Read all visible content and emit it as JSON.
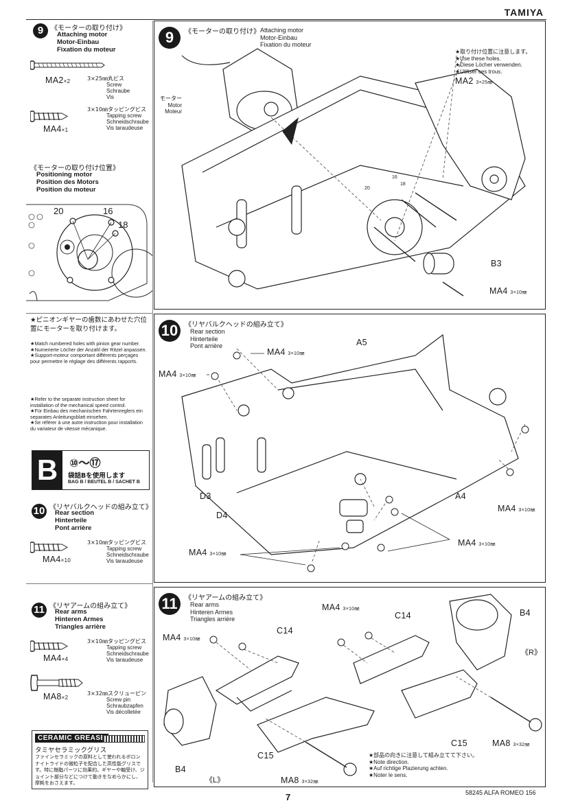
{
  "header": {
    "brand": "TAMIYA"
  },
  "left": {
    "step9": {
      "num": "9",
      "title_jp": "《モーターの取り付け》",
      "title_en": [
        "Attaching motor",
        "Motor-Einbau",
        "Fixation du moteur"
      ],
      "parts": [
        {
          "code": "MA2",
          "qty": "×2",
          "spec": "3×25㎜丸ビス",
          "names": [
            "Screw",
            "Schraube",
            "Vis"
          ]
        },
        {
          "code": "MA4",
          "qty": "×1",
          "spec": "3×10㎜タッピングビス",
          "names": [
            "Tapping screw",
            "Schneidschraube",
            "Vis taraudeuse"
          ]
        }
      ]
    },
    "motor_pos": {
      "title_jp": "《モーターの取り付け位置》",
      "title_en": [
        "Positioning motor",
        "Position des Motors",
        "Position du moteur"
      ],
      "hole_labels": [
        "20",
        "16",
        "18"
      ]
    },
    "notes": {
      "jp": "★ピニオンギヤーの歯数にあわせた穴位置にモーターを取り付けます。",
      "ml": [
        "★Match numbered holes with pinion gear number.",
        "★Numerierte Löcher der Anzahl der Ritzel anpassen.",
        "★Support-moteur comportant différents perçages pour permettre le réglage des différents rapports."
      ],
      "esc": [
        "★Refer to the separate instruction sheet for installation of the mechanical speed control.",
        "★Für Einbau des mechanischen Fahrtenreglers ein separates Anleitungsblatt einsehen.",
        "★Se référer à une autre instruction pour installation du variateur de vitesse mécanique."
      ]
    },
    "bag": {
      "letter": "B",
      "range": "⑩～⑰",
      "jp": "袋詰Bを使用します",
      "en": "BAG B / BEUTEL B / SACHET B"
    },
    "step10": {
      "num": "10",
      "title_jp": "《リヤバルクヘッドの組み立て》",
      "title_en": [
        "Rear section",
        "Hinterteile",
        "Pont arrière"
      ],
      "part": {
        "code": "MA4",
        "qty": "×10",
        "spec": "3×10㎜タッピングビス",
        "names": [
          "Tapping screw",
          "Schneidschraube",
          "Vis taraudeuse"
        ]
      }
    },
    "step11": {
      "num": "11",
      "title_jp": "《リヤアームの組み立て》",
      "title_en": [
        "Rear arms",
        "Hinteren Armes",
        "Triangles arrière"
      ],
      "parts": [
        {
          "code": "MA4",
          "qty": "×4",
          "spec": "3×10㎜タッピングビス",
          "names": [
            "Tapping screw",
            "Schneidschraube",
            "Vis taraudeuse"
          ]
        },
        {
          "code": "MA8",
          "qty": "×2",
          "spec": "3×32㎜スクリューピン",
          "names": [
            "Screw pin",
            "Schraubzapfen",
            "Vis décolletée"
          ]
        }
      ]
    },
    "grease": {
      "logo": "CERAMIC GREASE",
      "jp_title": "タミヤセラミックグリス",
      "text": "ファインセラミックの原料として使われるボロンナイトライドの微粒子を配合した高性能グリスです。特に樹脂パーツに効果的。ギヤーや軸受け、ジョイント部分などにつけて動きをなめらかにし、摩耗をおさえます。"
    }
  },
  "right": {
    "panel9": {
      "num": "9",
      "title_jp": "《モーターの取り付け》",
      "title_en": [
        "Attaching motor",
        "Motor-Einbau",
        "Fixation du moteur"
      ],
      "motor_label": [
        "モーター",
        "Motor",
        "Moteur"
      ],
      "note_jp": "★取り付け位置に注意します。",
      "note_ml": [
        "★Use these holes.",
        "★Diese Löcher verwenden.",
        "★Utiliser ces trous."
      ],
      "ma2": "MA2",
      "ma2_spec": "3×25㎜",
      "b3": "B3",
      "ma4": "MA4",
      "ma4_spec": "3×10㎜",
      "gear_nums": [
        "20",
        "16",
        "18"
      ]
    },
    "panel10": {
      "num": "10",
      "title_jp": "《リヤバルクヘッドの組み立て》",
      "title_en": [
        "Rear section",
        "Hinterteile",
        "Pont arrière"
      ],
      "labels": {
        "a5": "A5",
        "a4": "A4",
        "d3": "D3",
        "d4": "D4"
      },
      "ma4": "MA4",
      "spec": "3×10㎜"
    },
    "panel11": {
      "num": "11",
      "title_jp": "《リヤアームの組み立て》",
      "title_en": [
        "Rear arms",
        "Hinteren Armes",
        "Triangles arrière"
      ],
      "labels": {
        "c14": "C14",
        "c15": "C15",
        "b4": "B4",
        "ma4": "MA4",
        "ma8": "MA8",
        "spec10": "3×10㎜",
        "spec32": "3×32㎜",
        "r": "《R》",
        "l": "《L》"
      },
      "note_jp": "★部品の向きに注意して組み立てて下さい。",
      "note_ml": [
        "★Note direction.",
        "★Auf richtige Plazierung achten.",
        "★Noter le sens."
      ]
    }
  },
  "footer": {
    "page": "7",
    "model": "58245 ALFA ROMEO 156"
  }
}
